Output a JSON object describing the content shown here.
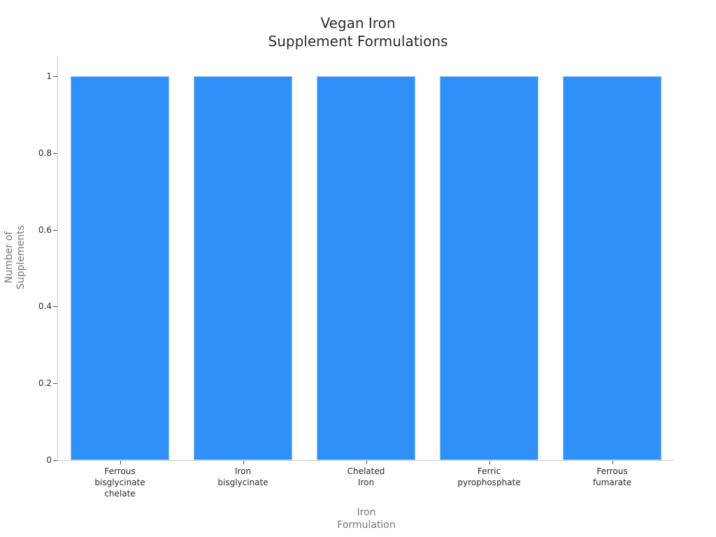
{
  "chart_data": {
    "type": "bar",
    "title": "Vegan Iron\nSupplement Formulations",
    "title_lines": [
      "Vegan Iron",
      "Supplement Formulations"
    ],
    "xlabel": "Iron\nFormulation",
    "ylabel": "Number of\nSupplements",
    "categories": [
      "Ferrous\nbisglycinate\nchelate",
      "Iron\nbisglycinate",
      "Chelated\nIron",
      "Ferric\npyrophosphate",
      "Ferrous\nfumarate"
    ],
    "values": [
      1,
      1,
      1,
      1,
      1
    ],
    "ylim": [
      0,
      1.05
    ],
    "yticks": [
      "0",
      "0.2",
      "0.4",
      "0.6",
      "0.8",
      "1"
    ],
    "grid": false,
    "legend": null,
    "bar_color": "#2f91f7"
  }
}
